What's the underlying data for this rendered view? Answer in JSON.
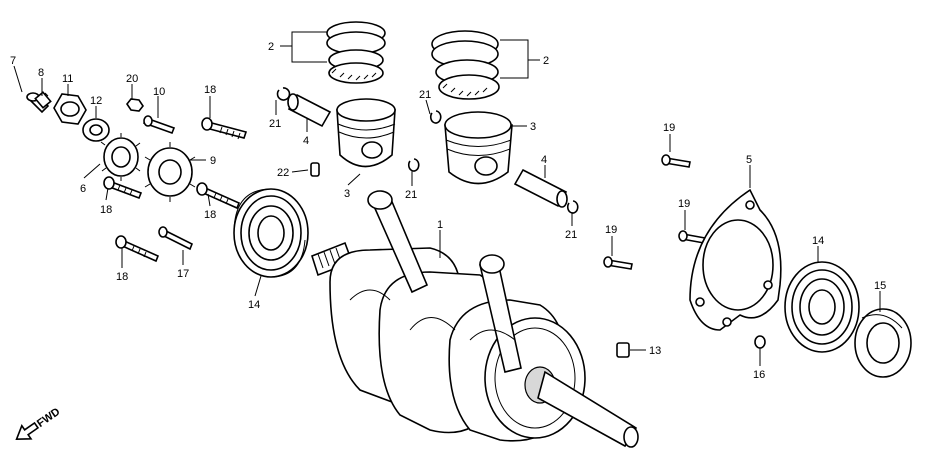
{
  "labels": {
    "p7": "7",
    "p8": "8",
    "p11": "11",
    "p12": "12",
    "p20": "20",
    "p10": "10",
    "p18a": "18",
    "p9": "9",
    "p6": "6",
    "p18b": "18",
    "p18c": "18",
    "p18d": "18",
    "p17": "17",
    "p22": "22",
    "p14a": "14",
    "p2a": "2",
    "p2b": "2",
    "p21a": "21",
    "p4a": "4",
    "p3a": "3",
    "p21b": "21",
    "p21c": "21",
    "p3b": "3",
    "p4b": "4",
    "p21d": "21",
    "p1": "1",
    "p19a": "19",
    "p19b": "19",
    "p19c": "19",
    "p5": "5",
    "p14b": "14",
    "p15": "15",
    "p13": "13",
    "p16": "16"
  },
  "fwd_label": "FWD"
}
